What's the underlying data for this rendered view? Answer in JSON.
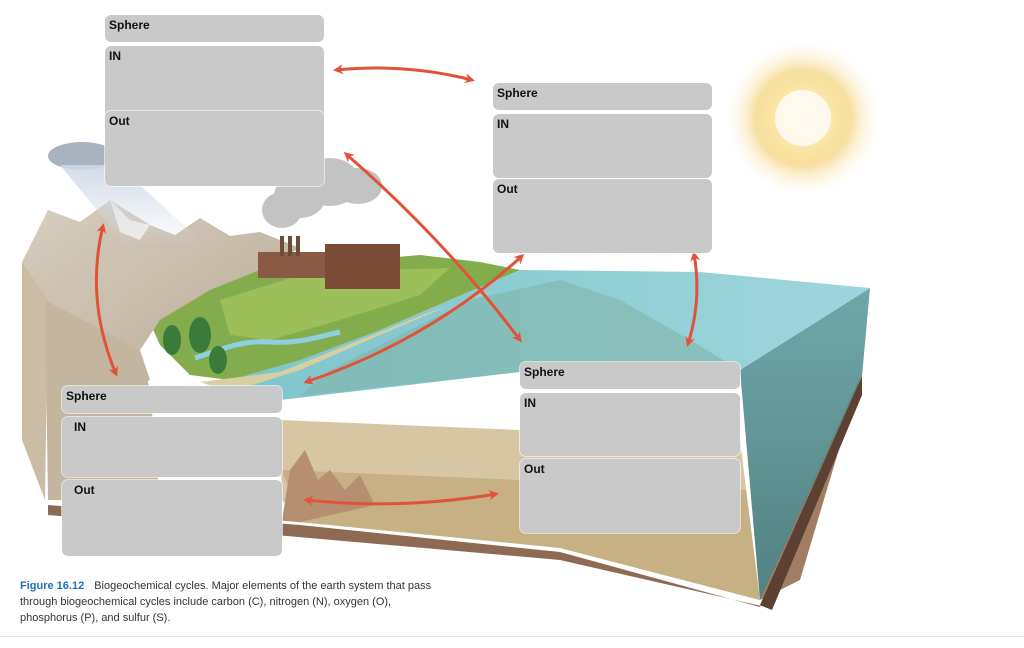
{
  "boxes": [
    {
      "sphere": "Sphere",
      "in": "IN",
      "out": "Out"
    },
    {
      "sphere": "Sphere",
      "in": "IN",
      "out": "Out"
    },
    {
      "sphere": "Sphere",
      "in": "IN",
      "out": "Out"
    },
    {
      "sphere": "Sphere",
      "in": "IN",
      "out": "Out"
    }
  ],
  "caption": {
    "figure_label": "Figure 16.12",
    "text": "Biogeochemical cycles. Major elements of the earth system that pass through biogeochemical cycles include carbon (C), nitrogen (N), oxygen (O), phosphorus (P), and sulfur (S)."
  },
  "colors": {
    "arrow": "#e0533a",
    "water": "#8fc9cf",
    "land": "#7fa84a",
    "soil": "#9e7b62",
    "box": "#c9c9c9",
    "figure_label": "#1f6fb4"
  }
}
